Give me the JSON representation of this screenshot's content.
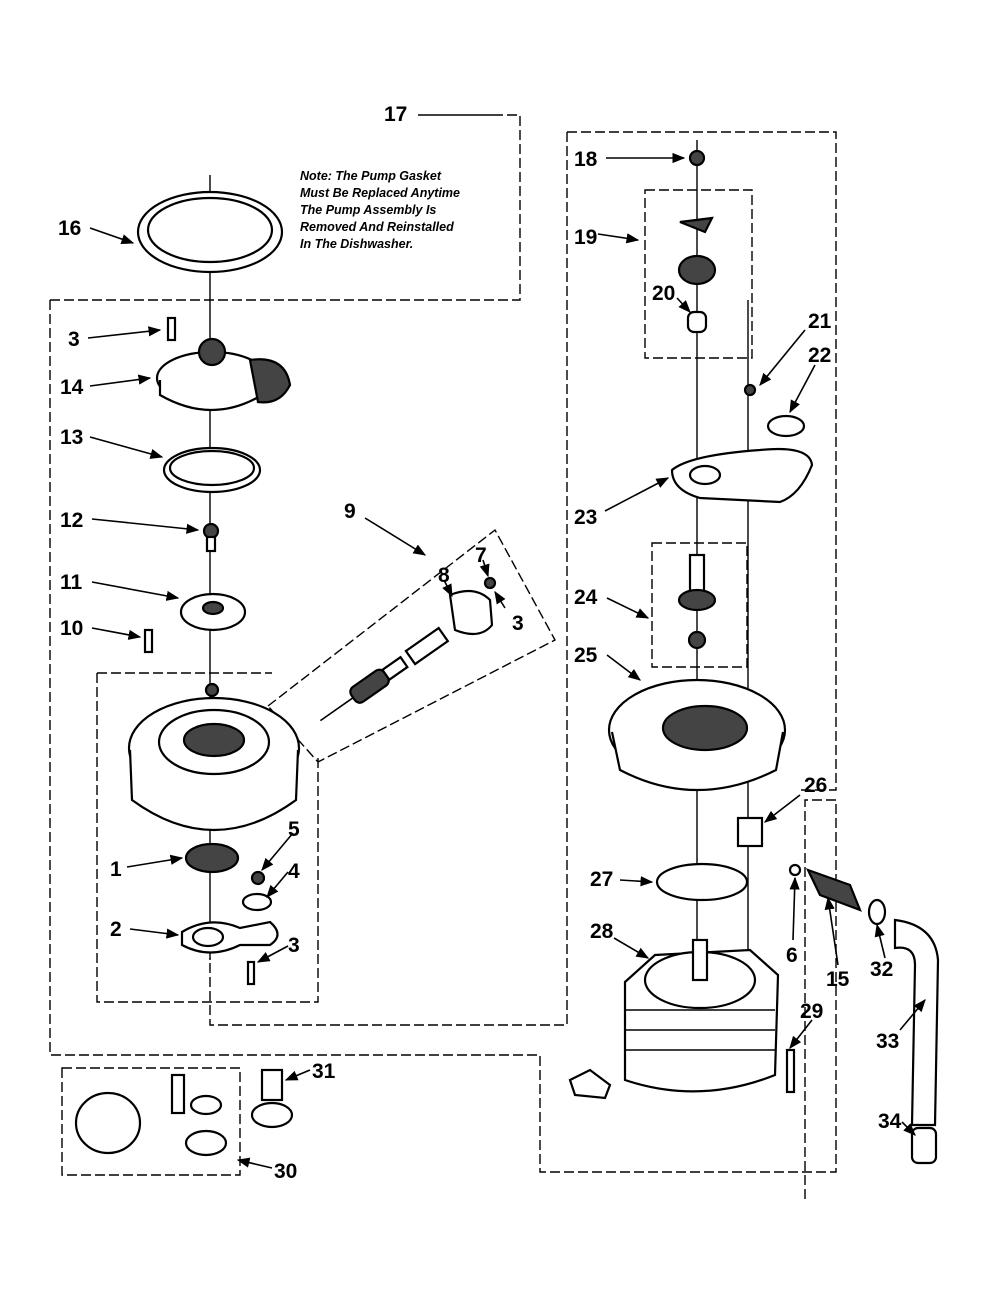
{
  "note": {
    "lines": [
      "Note: The Pump Gasket",
      "Must Be Replaced Anytime",
      "The Pump Assembly Is",
      "Removed And Reinstalled",
      "In The Dishwasher."
    ]
  },
  "callouts": {
    "c1": "1",
    "c2": "2",
    "c3a": "3",
    "c3b": "3",
    "c3c": "3",
    "c4": "4",
    "c5": "5",
    "c6": "6",
    "c7": "7",
    "c8": "8",
    "c9": "9",
    "c10": "10",
    "c11": "11",
    "c12": "12",
    "c13": "13",
    "c14": "14",
    "c15": "15",
    "c16": "16",
    "c17": "17",
    "c18": "18",
    "c19": "19",
    "c20": "20",
    "c21": "21",
    "c22": "22",
    "c23": "23",
    "c24": "24",
    "c25": "25",
    "c26": "26",
    "c27": "27",
    "c28": "28",
    "c29": "29",
    "c30": "30",
    "c31": "31",
    "c32": "32",
    "c33": "33",
    "c34": "34"
  }
}
